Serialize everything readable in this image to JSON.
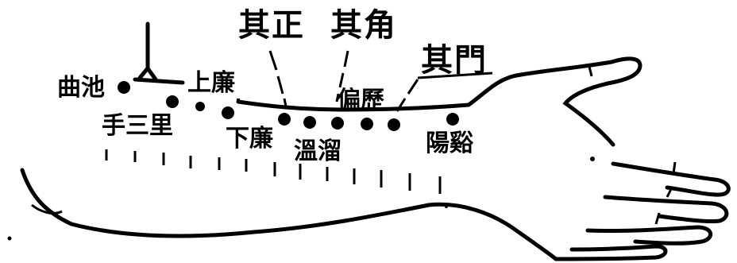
{
  "labels": {
    "qi_zheng": "其正",
    "qi_jiao": "其角",
    "qi_men": "其門",
    "qu_chi": "曲池",
    "shang_lian": "上廉",
    "shou_san_li": "手三里",
    "xia_lian": "下廉",
    "wen_liu": "溫溜",
    "pian_li": "偏歷",
    "yang_xi": "陽谿"
  },
  "colors": {
    "ink": "#000000",
    "paper": "#ffffff"
  }
}
